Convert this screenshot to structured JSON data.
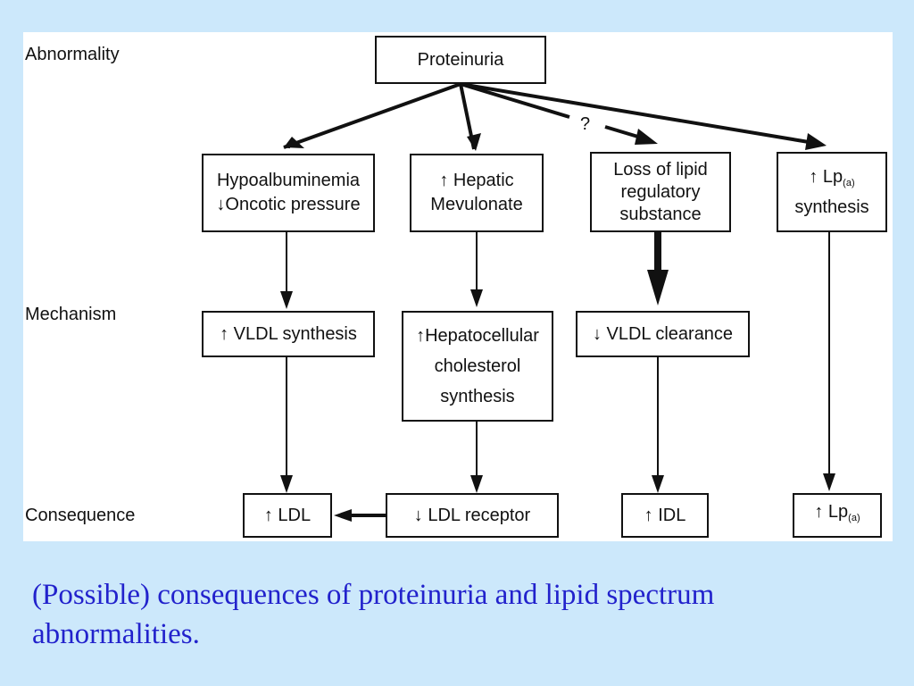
{
  "row_labels": {
    "abnormality": "Abnormality",
    "mechanism": "Mechanism",
    "consequence": "Consequence"
  },
  "nodes": {
    "proteinuria": {
      "lines": [
        "Proteinuria"
      ]
    },
    "hypoalbuminemia": {
      "lines": [
        "Hypoalbuminemia",
        "↓Oncotic pressure"
      ]
    },
    "hepatic_mevulonate": {
      "lines": [
        "↑ Hepatic",
        "Mevulonate"
      ]
    },
    "loss_lipid": {
      "lines": [
        "Loss of lipid",
        "regulatory",
        "substance"
      ]
    },
    "lpa_synthesis": {
      "lines": [
        "↑ Lp",
        "synthesis"
      ],
      "subscript": "(a)"
    },
    "vldl_synthesis": {
      "lines": [
        "↑ VLDL synthesis"
      ]
    },
    "hepatocellular": {
      "lines": [
        "↑Hepatocellular",
        "cholesterol",
        "synthesis"
      ]
    },
    "vldl_clearance": {
      "lines": [
        "↓ VLDL clearance"
      ]
    },
    "ldl": {
      "lines": [
        "↑ LDL"
      ]
    },
    "ldl_receptor": {
      "lines": [
        "↓ LDL receptor"
      ]
    },
    "idl": {
      "lines": [
        "↑ IDL"
      ]
    },
    "lpa": {
      "lines": [
        "↑ Lp"
      ],
      "subscript": "(a)"
    }
  },
  "question_mark": "?",
  "caption": "(Possible) consequences of proteinuria and lipid spectrum abnormalities.",
  "colors": {
    "background": "#cce8fb",
    "panel": "#ffffff",
    "ink": "#111111",
    "caption": "#2222cc"
  }
}
